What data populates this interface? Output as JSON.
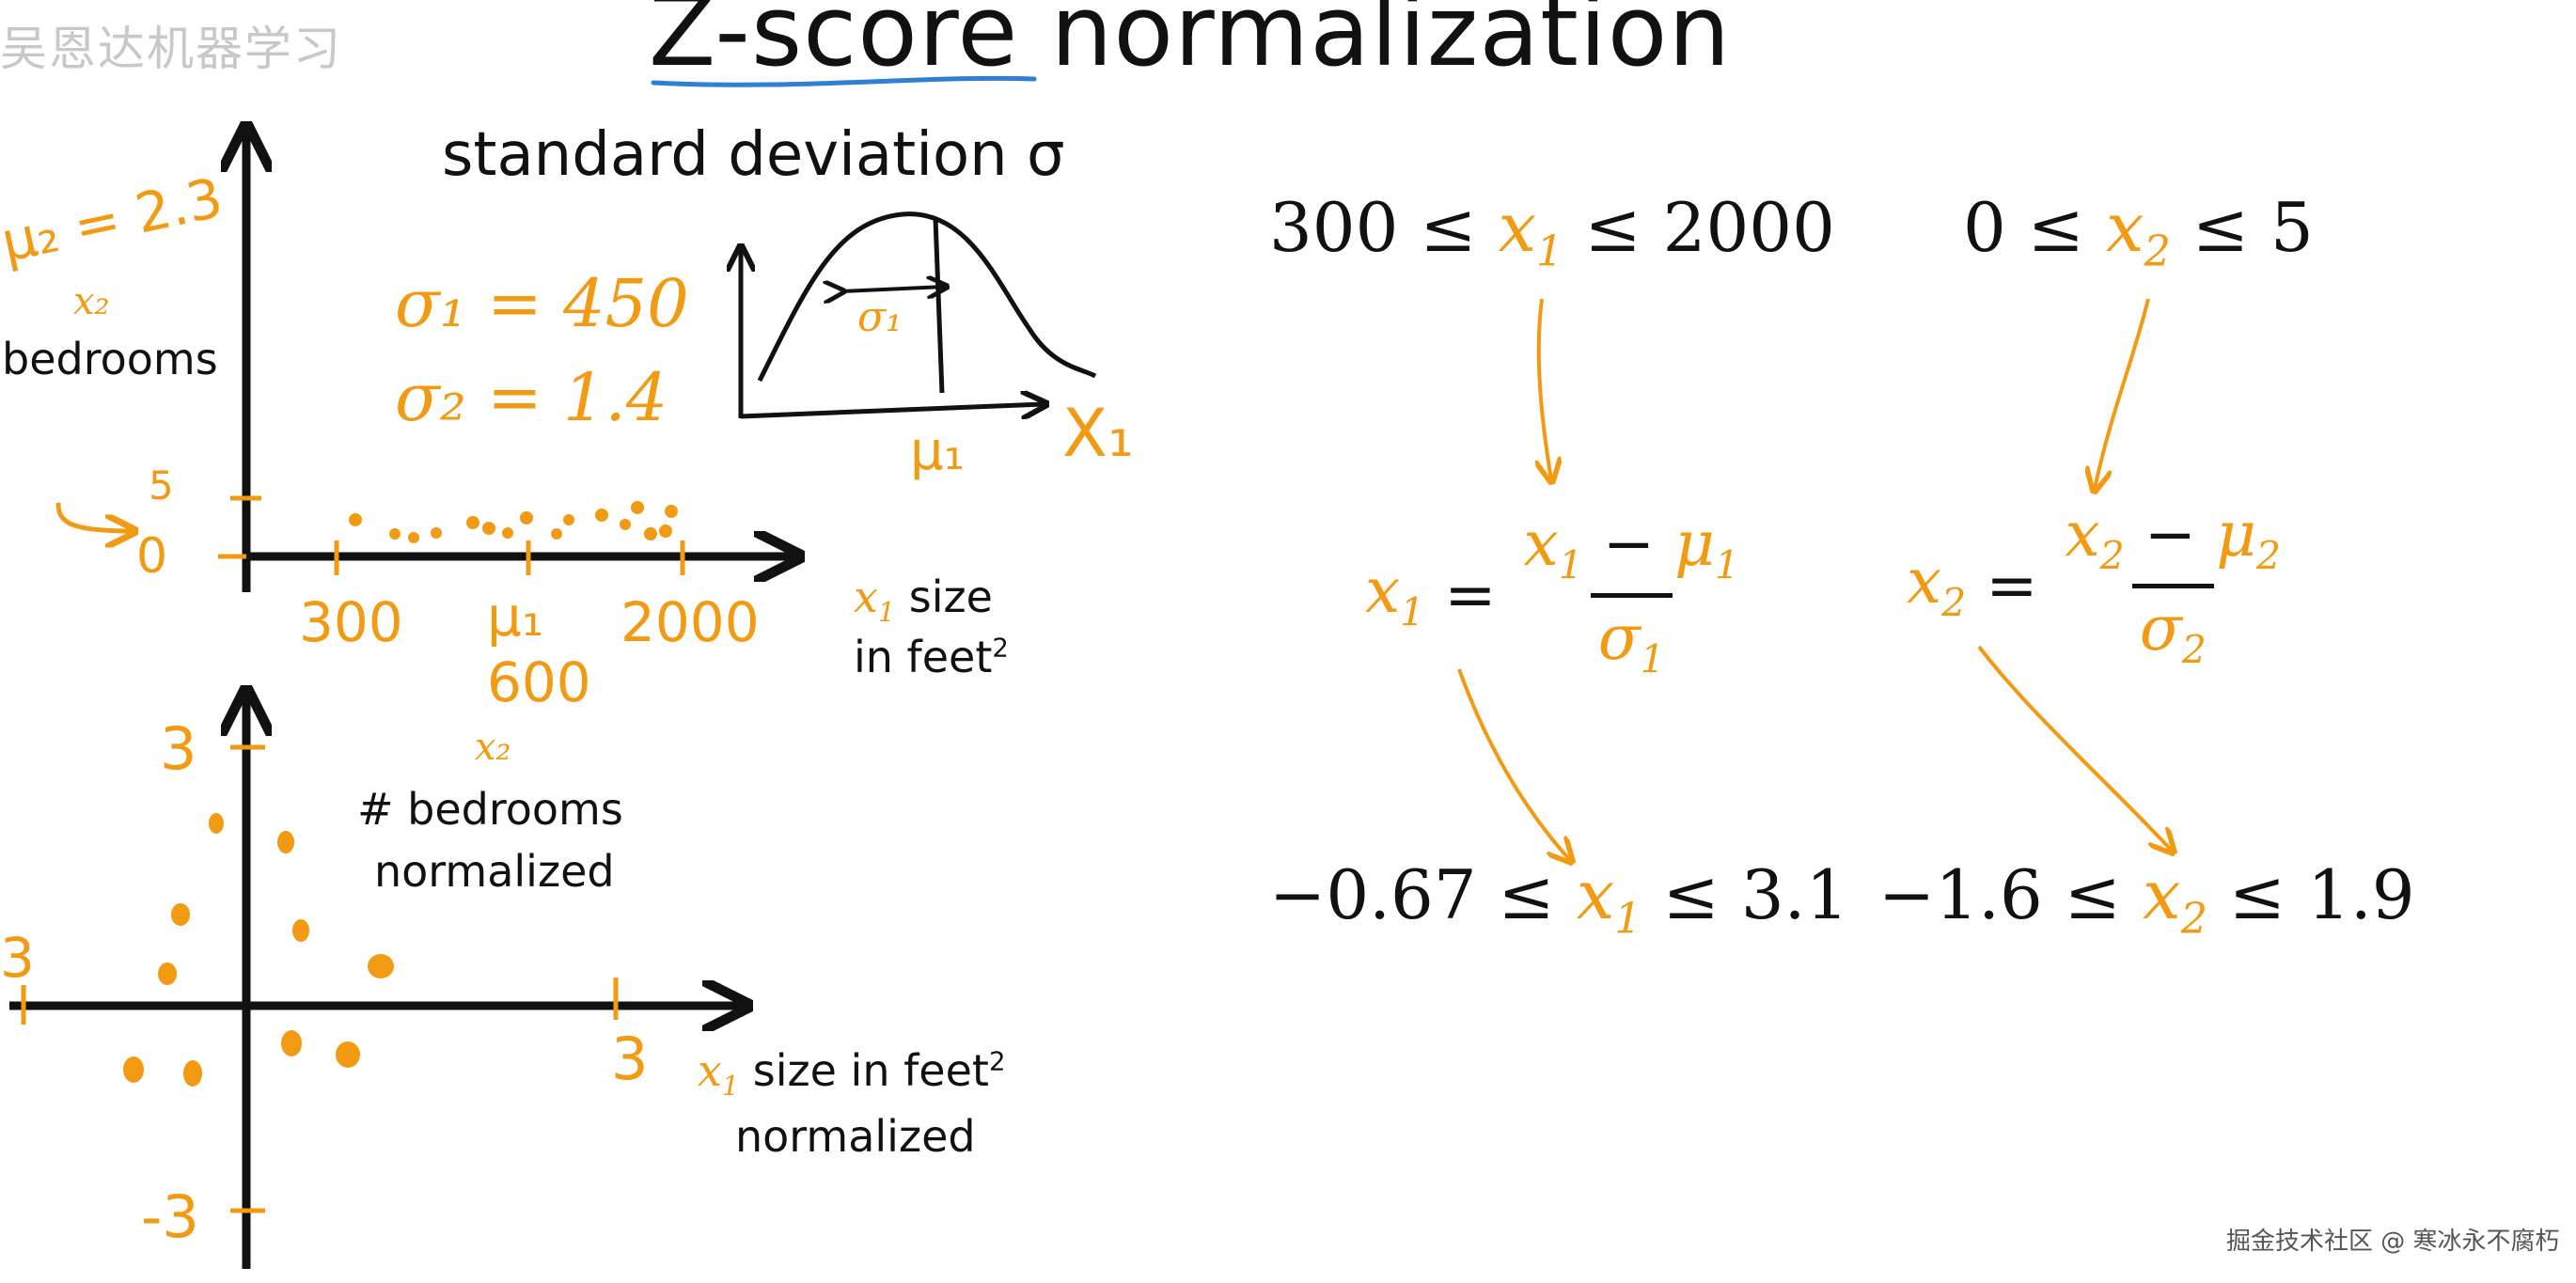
{
  "title": "Z-score normalization",
  "watermark": "吴恩达机器学习",
  "footer": "掘金技术社区 @ 寒冰永不腐朽",
  "colors": {
    "ink": "#111111",
    "accent": "#f29a12",
    "underline": "#2f7fd6"
  },
  "stddev_heading": "standard deviation σ",
  "top_plot": {
    "mu2_label": "μ₂ = 2.3",
    "y_var": "x₂",
    "y_label": "bedrooms",
    "y_tick_5": "5",
    "y_tick_0": "0",
    "x_tick_300": "300",
    "x_tick_mu": "μ₁",
    "x_tick_2000": "2000",
    "mu1_value": "600",
    "x_label_line1": "size",
    "x_label_line2": "in feet",
    "sigma1": "σ₁ = 450",
    "sigma2": "σ₂ = 1.4"
  },
  "bell": {
    "sigma_label": "σ₁",
    "mu_label": "μ₁",
    "x_label": "X₁"
  },
  "bottom_plot": {
    "y_var": "x₂",
    "y_label_line1": "# bedrooms",
    "y_label_line2": "normalized",
    "y_tick_top": "3",
    "y_tick_bottom": "-3",
    "x_tick_left": "3",
    "x_tick_right": "3",
    "x_label_line1": "size in feet",
    "x_label_line2": "normalized"
  },
  "formulas": {
    "ineq1": {
      "low": "300",
      "high": "2000",
      "var": "x",
      "sub": "1"
    },
    "ineq2": {
      "low": "0",
      "high": "5",
      "var": "x",
      "sub": "2"
    },
    "eq1": {
      "lhs": "x",
      "lhs_sub": "1",
      "num": "x",
      "num_sub": "1",
      "mu": "μ",
      "mu_sub": "1",
      "den": "σ",
      "den_sub": "1"
    },
    "eq2": {
      "lhs": "x",
      "lhs_sub": "2",
      "num": "x",
      "num_sub": "2",
      "mu": "μ",
      "mu_sub": "2",
      "den": "σ",
      "den_sub": "2"
    },
    "res1": {
      "low": "−0.67",
      "high": "3.1",
      "var": "x",
      "sub": "1"
    },
    "res2": {
      "low": "−1.6",
      "high": "1.9",
      "var": "x",
      "sub": "2"
    },
    "leq": "≤",
    "eq": "=",
    "minus": "−"
  }
}
